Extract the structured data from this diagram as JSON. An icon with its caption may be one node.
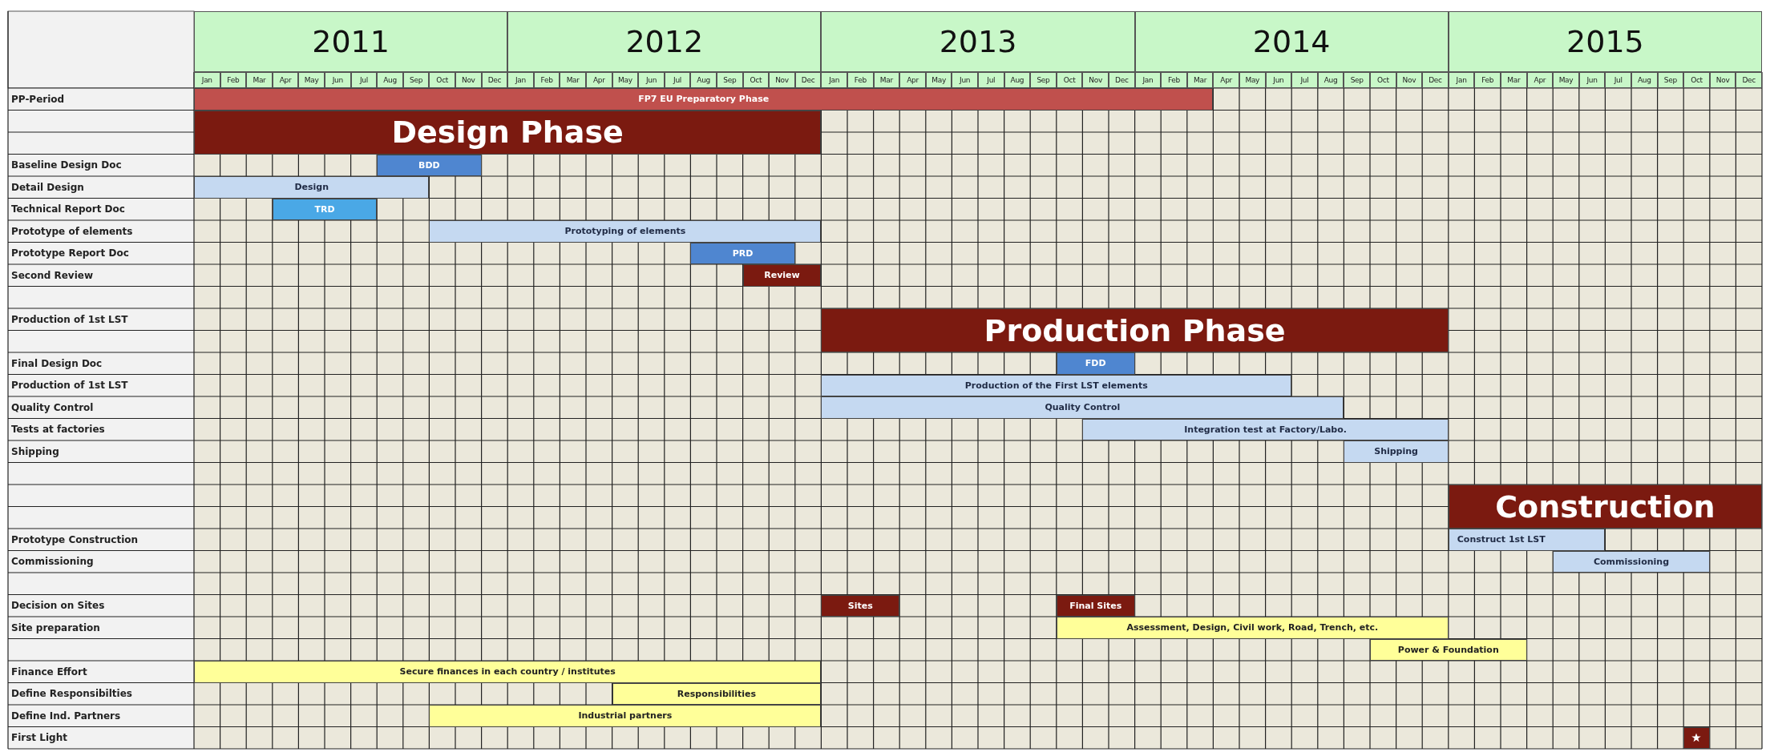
{
  "diagram": {
    "nodes": [
      {
        "text": [
          "FP7 EU Preparatory Phase"
        ]
      },
      {
        "text": [
          "Design Phase"
        ]
      },
      {
        "text": [
          "BDD"
        ]
      },
      {
        "text": [
          "Design"
        ]
      },
      {
        "text": [
          "TRD"
        ]
      },
      {
        "text": [
          "Prototyping of elements"
        ]
      },
      {
        "text": [
          "PRD"
        ]
      },
      {
        "text": [
          "Review"
        ]
      },
      {
        "text": [
          "Production Phase"
        ]
      },
      {
        "text": [
          "FDD"
        ]
      },
      {
        "text": [
          "Production of the First LST elements"
        ]
      },
      {
        "text": [
          "Quality Control"
        ]
      },
      {
        "text": [
          "Integration test at Factory/Labo."
        ]
      },
      {
        "text": [
          "Shipping"
        ]
      },
      {
        "text": [
          "Construction"
        ]
      },
      {
        "text": [
          "Construct 1st LST"
        ]
      },
      {
        "text": [
          "Commissioning"
        ]
      },
      {
        "text": [
          "Sites"
        ]
      },
      {
        "text": [
          "Final Sites"
        ]
      },
      {
        "text": [
          "Assessment, Design, Civil work, Road, Trench, etc."
        ]
      },
      {
        "text": [
          "Power & Foundation"
        ]
      },
      {
        "text": [
          "Secure finances in each country / institutes"
        ]
      },
      {
        "text": [
          "Responsibilities"
        ]
      },
      {
        "text": [
          "Industrial partners"
        ]
      },
      {
        "text": [],
        "shape": "star"
      }
    ],
    "labels": [
      "2011",
      "2012",
      "2013",
      "2014",
      "2015",
      "Jan",
      "Feb",
      "Mar",
      "Apr",
      "May",
      "Jun",
      "Jul",
      "Aug",
      "Sep",
      "Oct",
      "Nov",
      "Dec",
      "Jan",
      "Feb",
      "Mar",
      "Apr",
      "May",
      "Jun",
      "Jul",
      "Aug",
      "Sep",
      "Oct",
      "Nov",
      "Dec",
      "Jan",
      "Feb",
      "Mar",
      "Apr",
      "May",
      "Jun",
      "Jul",
      "Aug",
      "Sep",
      "Oct",
      "Nov",
      "Dec",
      "Jan",
      "Feb",
      "Mar",
      "Apr",
      "May",
      "Jun",
      "Jul",
      "Aug",
      "Sep",
      "Oct",
      "Nov",
      "Dec",
      "Jan",
      "Feb",
      "Mar",
      "Apr",
      "May",
      "Jun",
      "Jul",
      "Aug",
      "Sep",
      "Oct",
      "Nov",
      "Dec",
      "PP-Period",
      "Baseline Design Doc",
      "Detail Design",
      "Technical Report Doc",
      "Prototype of elements",
      "Prototype Report Doc",
      "Second Review",
      "Production of 1st LST",
      "Final Design Doc",
      "Production of 1st LST",
      "Quality Control",
      "Tests at factories",
      "Shipping",
      "Prototype Construction",
      "Commissioning",
      "Decision on Sites",
      "Site preparation",
      "Finance Effort",
      "Define Responsibilties",
      "Define Ind. Partners",
      "First Light"
    ]
  }
}
